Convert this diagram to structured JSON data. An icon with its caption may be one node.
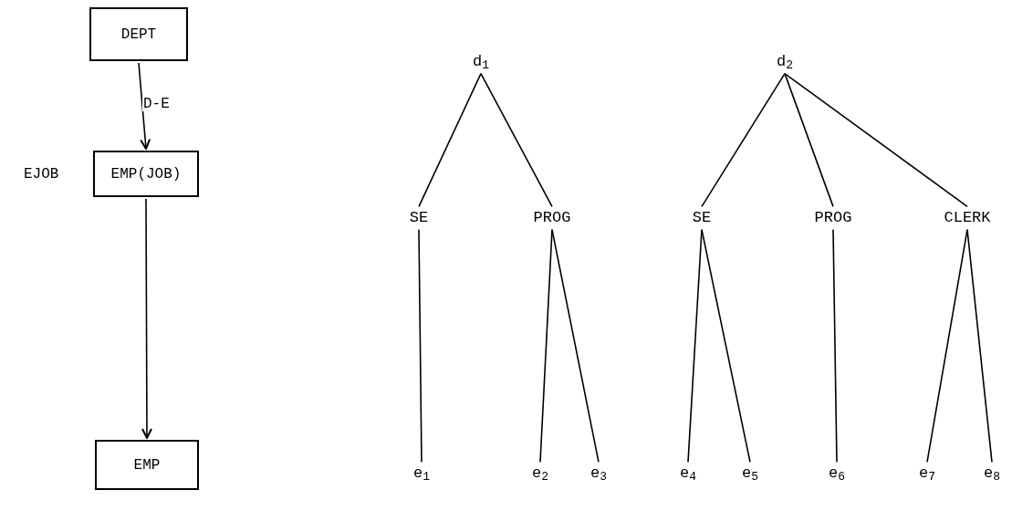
{
  "diagram": {
    "nodes": [
      {
        "text": [
          "DEPT"
        ]
      },
      {
        "text": [
          "EMP(JOB)"
        ],
        "beside": [
          "EJOB"
        ]
      },
      {
        "text": [
          "EMP"
        ]
      },
      {
        "text": [
          "d$_{1}$"
        ]
      },
      {
        "text": [
          "SE"
        ]
      },
      {
        "text": [
          "PROG"
        ]
      },
      {
        "text": [
          "e$_{1}$"
        ]
      },
      {
        "text": [
          "e$_{2}$"
        ]
      },
      {
        "text": [
          "e$_{3}$"
        ]
      },
      {
        "text": [
          "d$_{2}$"
        ]
      },
      {
        "text": [
          "SE"
        ]
      },
      {
        "text": [
          "PROG"
        ]
      },
      {
        "text": [
          "CLERK"
        ]
      },
      {
        "text": [
          "e$_{4}$"
        ]
      },
      {
        "text": [
          "e$_{5}$"
        ]
      },
      {
        "text": [
          "e$_{6}$"
        ]
      },
      {
        "text": [
          "e$_{7}$"
        ]
      },
      {
        "text": [
          "e$_{8}$"
        ]
      }
    ],
    "edges": [
      {
        "from": 0,
        "to": 1,
        "arrow": "to",
        "label": "D-E"
      },
      {
        "from": 1,
        "to": 2,
        "arrow": "to"
      },
      {
        "from": 3,
        "to": 4,
        "arrow": "none"
      },
      {
        "from": 3,
        "to": 5,
        "arrow": "none"
      },
      {
        "from": 4,
        "to": 6,
        "arrow": "none"
      },
      {
        "from": 5,
        "to": 7,
        "arrow": "none"
      },
      {
        "from": 5,
        "to": 8,
        "arrow": "none"
      },
      {
        "from": 9,
        "to": 10,
        "arrow": "none"
      },
      {
        "from": 9,
        "to": 11,
        "arrow": "none"
      },
      {
        "from": 9,
        "to": 12,
        "arrow": "none"
      },
      {
        "from": 10,
        "to": 13,
        "arrow": "none"
      },
      {
        "from": 10,
        "to": 14,
        "arrow": "none"
      },
      {
        "from": 11,
        "to": 15,
        "arrow": "none"
      },
      {
        "from": 12,
        "to": 16,
        "arrow": "none"
      },
      {
        "from": 12,
        "to": 17,
        "arrow": "none"
      }
    ]
  }
}
